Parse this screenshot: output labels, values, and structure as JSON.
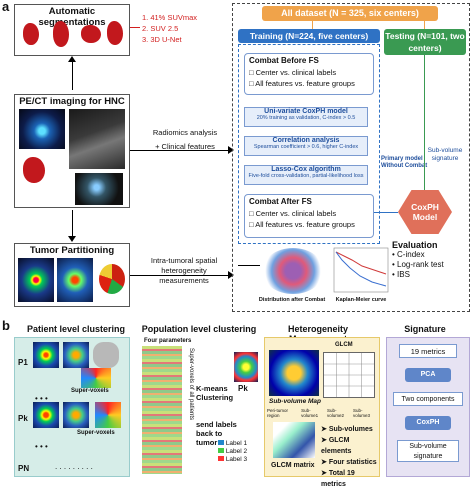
{
  "panel_a": {
    "letter": "a",
    "auto_seg_title": "Automatic segmentations",
    "seg_methods": [
      "41% SUVmax",
      "SUV 2.5",
      "3D U-Net"
    ],
    "pet_title": "PE/CT imaging for HNC",
    "radiomics_text": "Radiomics analysis",
    "clinical_text": "+ Clinical features",
    "tumor_part_title": "Tumor Partitioning",
    "intra_text": "Intra-tumoral spatial heterogeneity measurements",
    "all_dataset": "All dataset (N = 325, six centers)",
    "training": "Training (N=224, five centers)",
    "testing": "Testing (N=101, two centers)",
    "combat_before": "Combat Before FS",
    "cvs_clinical": "Center vs. clinical labels",
    "features_vs_groups": "All features vs. feature groups",
    "univariate_title": "Uni-variate CoxPH model",
    "univariate_sub1": "20% training as validation, C-index > 0.5",
    "corr_title": "Correlation analysis",
    "corr_sub": "Spearman coefficient > 0.6, higher C-index",
    "lasso_title": "Lasso-Cox algorithm",
    "lasso_sub": "Five-fold cross-validation, partial-likelihood loss",
    "primary_model": "Primary model",
    "without_combat": "Without Combat",
    "combat_after": "Combat After FS",
    "subvolume_signature": "Sub-volume signature",
    "coxph": "CoxPH",
    "model": "Model",
    "evaluation": "Evaluation",
    "eval_items": [
      "C-index",
      "Log-rank test",
      "IBS"
    ],
    "dist_caption": "Distribution after Combat",
    "km_caption": "Kaplan-Meier curve"
  },
  "panel_b": {
    "letter": "b",
    "patient_clustering": "Patient level clustering",
    "population_clustering": "Population level clustering",
    "heterogeneity": "Heterogeneity Measurement",
    "signature": "Signature",
    "patients": [
      "P1",
      "Pk",
      "PN"
    ],
    "supervoxels": "Super-voxels",
    "four_params": "Four parameters",
    "kmeans": "K-means Clustering",
    "send_labels": "send labels back to tumor",
    "sv_all_patients": "Super-voxels of all patients",
    "labels": [
      "Label 1",
      "Label 2",
      "Label 3"
    ],
    "glcm": "GLCM",
    "subvolume_map": "Sub-volume Map",
    "map_legend": [
      "Peri-tumor region",
      "Sub-volume1",
      "Sub-volume2",
      "Sub-volume3"
    ],
    "glcm_matrix": "GLCM matrix",
    "het_items": [
      "Sub-volumes",
      "GLCM elements",
      "Four statistics",
      "Total 19 metrics"
    ],
    "sig_steps": [
      "19 metrics",
      "PCA",
      "Two components",
      "CoxPH",
      "Sub-volume signature"
    ],
    "colors": {
      "orange": "#f0a34a",
      "blue": "#2f72c4",
      "green": "#3a9a52",
      "teal_bg": "#d6ede8",
      "yellow_bg": "#fbf1cf",
      "pink_bg": "#fbe3dc",
      "lilac_bg": "#e7e3f3"
    }
  }
}
